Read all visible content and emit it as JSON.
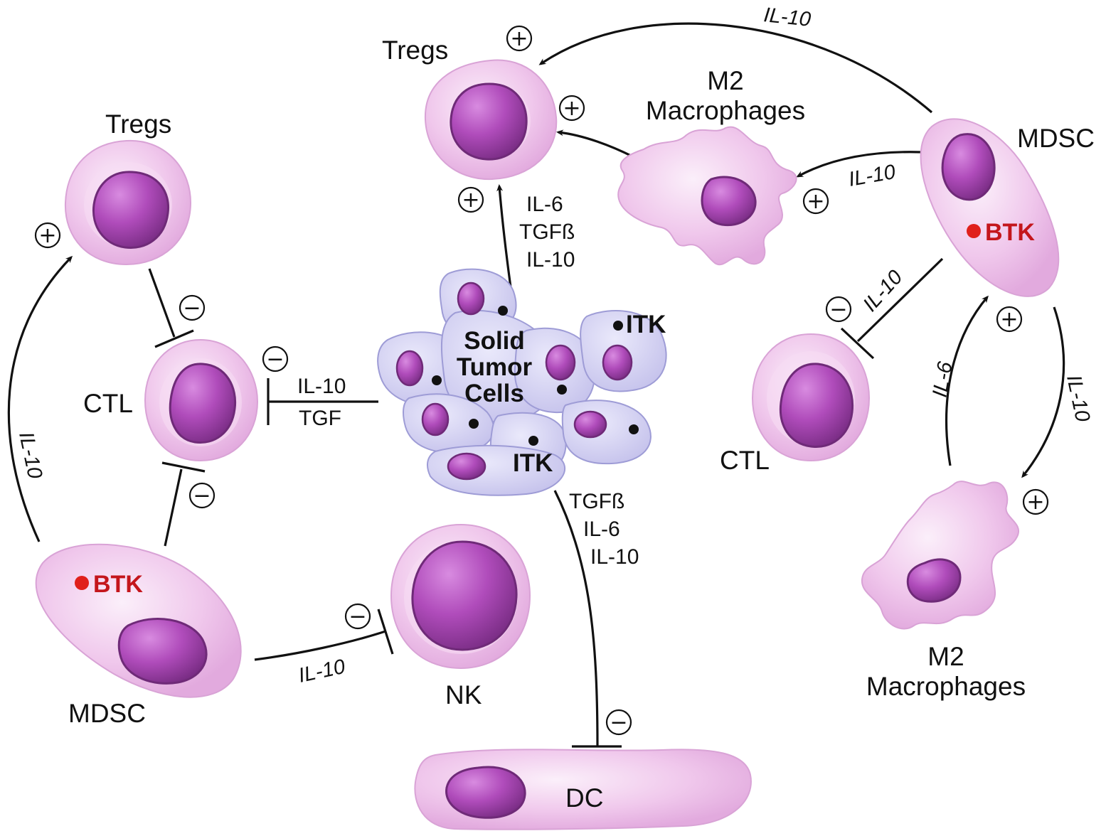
{
  "diagram": {
    "colors": {
      "cell_membrane": "#f0c8ec",
      "cell_outline": "#d9a3d6",
      "nucleus": "#b04cbb",
      "nucleus_dark": "#6f2a78",
      "tumor_cell": "#cfcdf0",
      "tumor_outline": "#9e9cd6",
      "btk_red": "#e0201b",
      "line": "#111111"
    },
    "cells": {
      "tregs_top": "Tregs",
      "tregs_left": "Tregs",
      "ctl_left": "CTL",
      "ctl_right": "CTL",
      "mdsc_left": "MDSC",
      "mdsc_right": "MDSC",
      "nk": "NK",
      "dc": "DC",
      "m2_top_line1": "M2",
      "m2_top_line2": "Macrophages",
      "m2_bottom_line1": "M2",
      "m2_bottom_line2": "Macrophages",
      "tumor_line1": "Solid",
      "tumor_line2": "Tumor",
      "tumor_line3": "Cells",
      "itk_top": "ITK",
      "itk_bottom": "ITK",
      "btk_left": "BTK",
      "btk_right": "BTK"
    },
    "cytokines": {
      "il10": "IL-10",
      "il6": "IL-6",
      "tgf": "TGF",
      "tgfb": "TGFß"
    },
    "signs": {
      "plus": "+",
      "minus": "−"
    }
  }
}
